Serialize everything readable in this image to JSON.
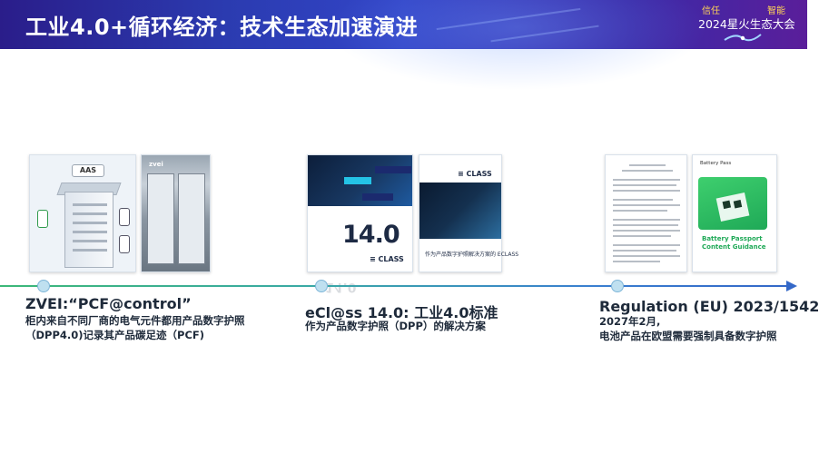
{
  "header": {
    "title": "工业4.0+循环经济：技术生态加速演进",
    "logo": {
      "word_left": "信任",
      "word_right": "智能",
      "name": "2024星火生态大会"
    },
    "colors": {
      "gradient_start": "#2a1d8a",
      "gradient_mid": "#3245c8",
      "gradient_end": "#5a1e9a"
    }
  },
  "milestones": [
    {
      "heading": "ZVEI:“PCF@control”",
      "description_lines": [
        "柜内来自不同厂商的电气元件都用产品数字护照",
        "（DPP4.0)记录其产品碳足迹（PCF)"
      ],
      "images": {
        "diagram_label": "AAS",
        "photo_label": "zvei"
      }
    },
    {
      "heading": "eCl@ss 14.0: 工业4.0标准",
      "description_lines": [
        "作为产品数字护照（DPP）的解决方案"
      ],
      "images": {
        "cover_number": "14.0",
        "cover_brand": "≡ CLASS",
        "dpp_brand": "≡ CLASS",
        "dpp_caption": "作为产品数字护照解决方案的 ECLASS"
      }
    },
    {
      "heading": "Regulation (EU) 2023/1542",
      "description_lines": [
        "2027年2月,",
        "电池产品在欧盟需要强制具备数字护照"
      ],
      "images": {
        "pass_logo": "Battery Pass",
        "pass_title_lines": [
          "Battery Passport",
          "Content Guidance"
        ]
      }
    }
  ],
  "timeline": {
    "color_start": "#3cb878",
    "color_end": "#3468c8"
  }
}
